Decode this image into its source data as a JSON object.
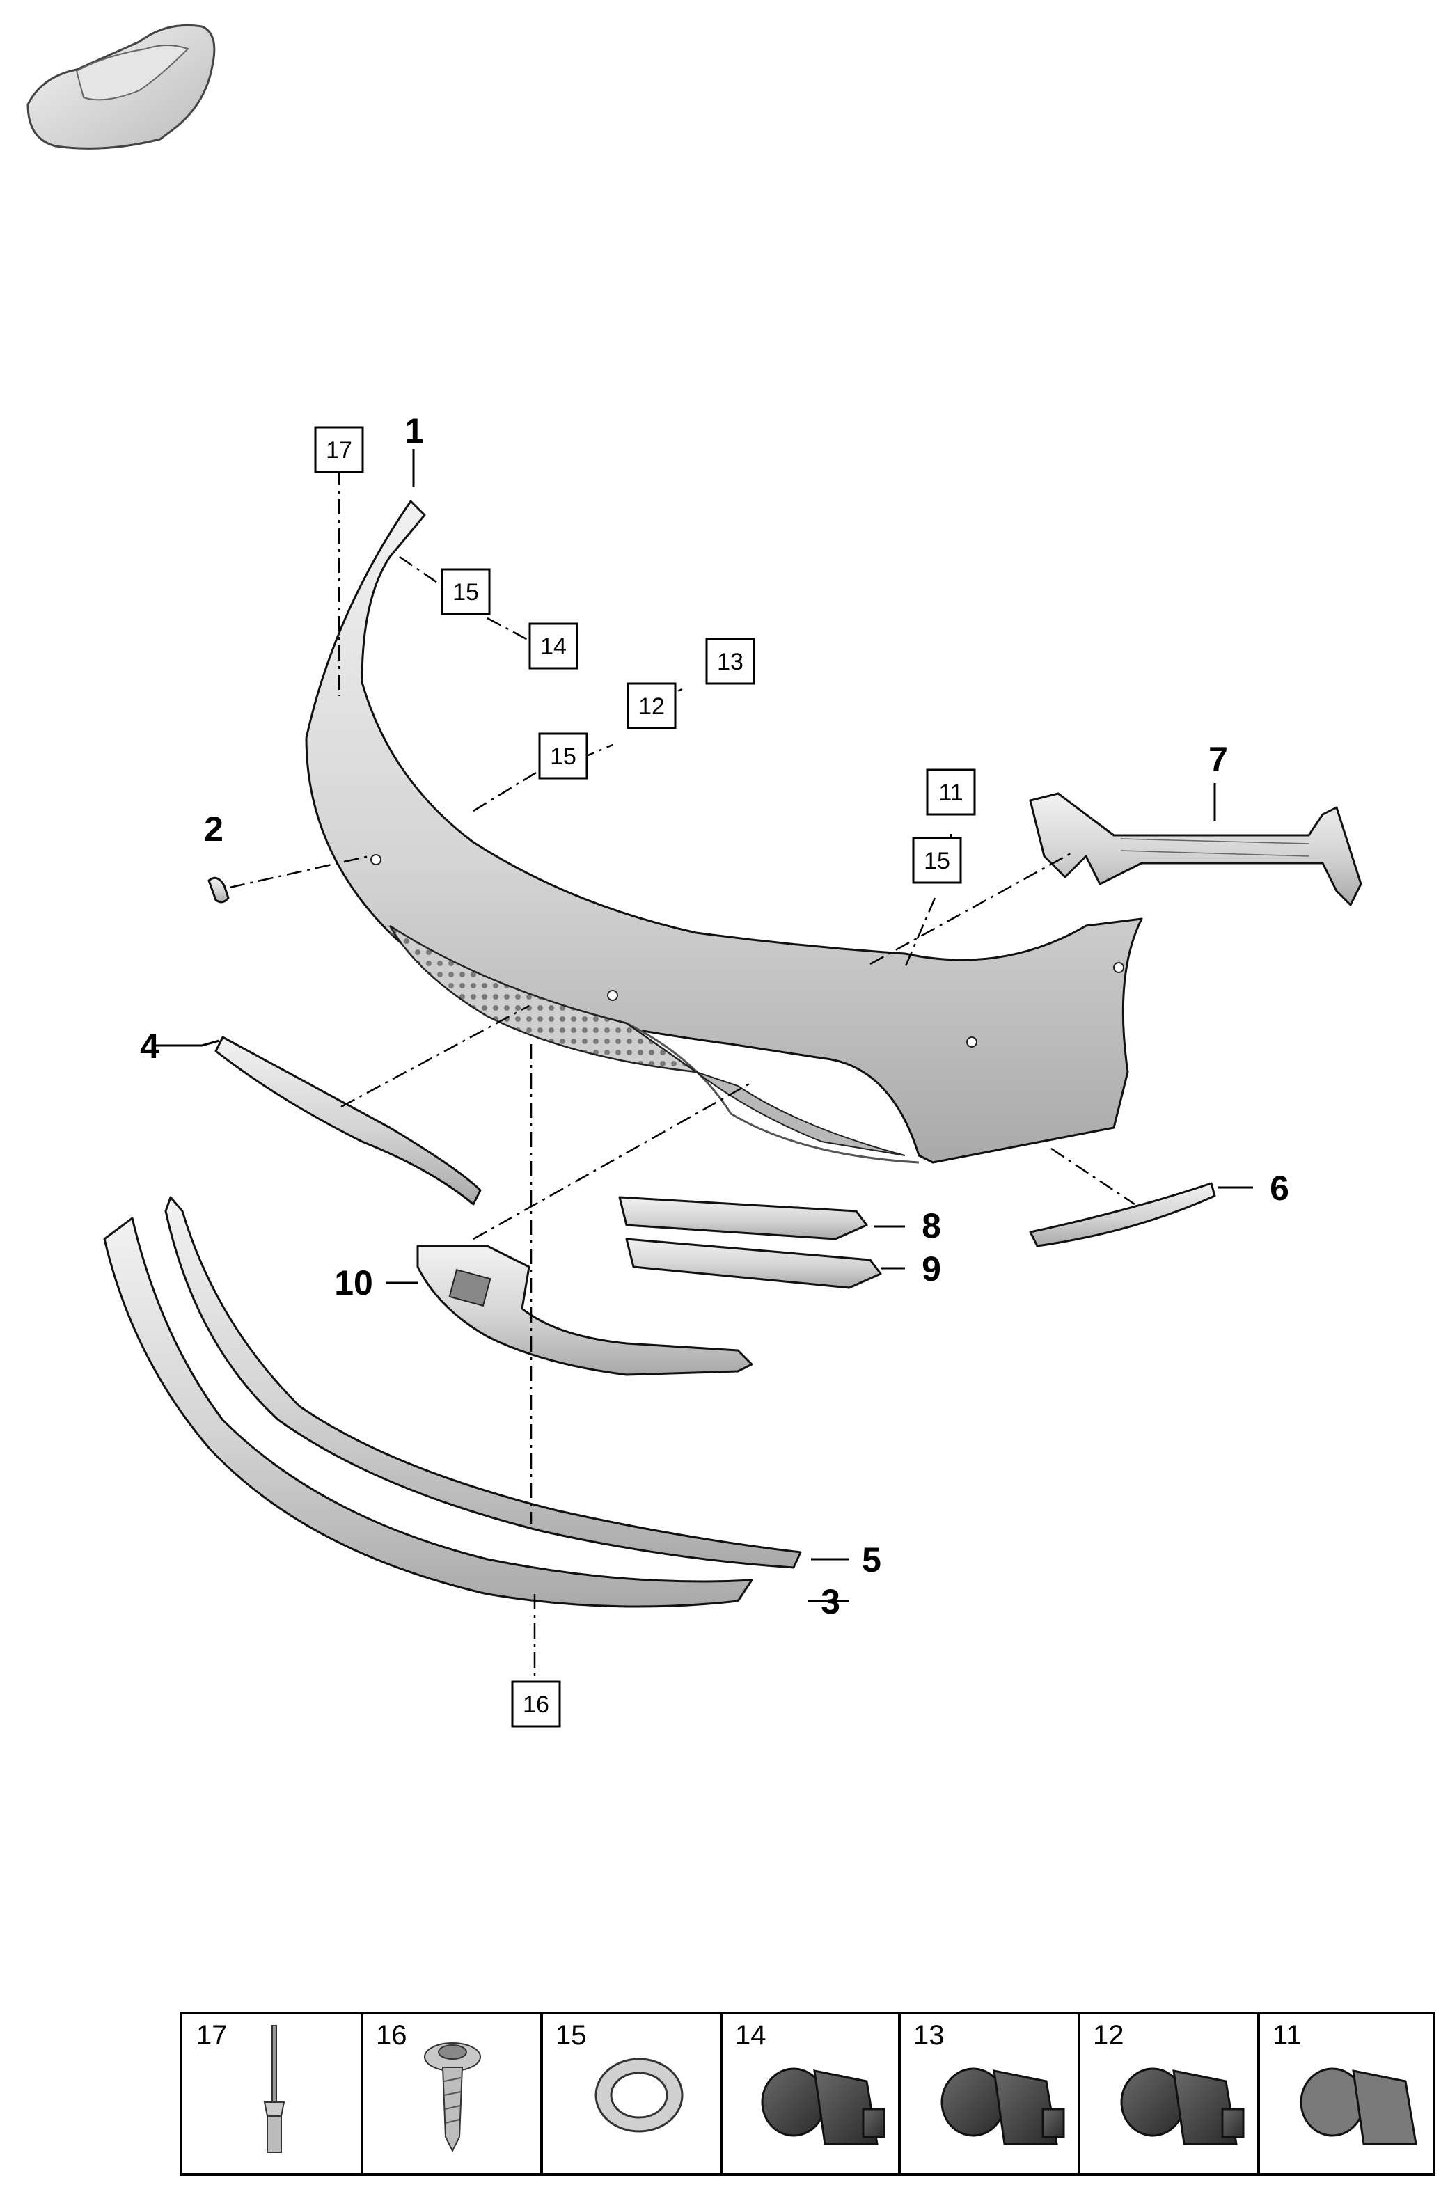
{
  "callouts": [
    {
      "id": "1",
      "label": "1"
    },
    {
      "id": "2",
      "label": "2"
    },
    {
      "id": "3",
      "label": "3"
    },
    {
      "id": "4",
      "label": "4"
    },
    {
      "id": "5",
      "label": "5"
    },
    {
      "id": "6",
      "label": "6"
    },
    {
      "id": "7",
      "label": "7"
    },
    {
      "id": "8",
      "label": "8"
    },
    {
      "id": "9",
      "label": "9"
    },
    {
      "id": "10",
      "label": "10"
    }
  ],
  "ref_boxes": [
    {
      "id": "17",
      "label": "17"
    },
    {
      "id": "15a",
      "label": "15"
    },
    {
      "id": "14",
      "label": "14"
    },
    {
      "id": "13",
      "label": "13"
    },
    {
      "id": "12",
      "label": "12"
    },
    {
      "id": "15b",
      "label": "15"
    },
    {
      "id": "11",
      "label": "11"
    },
    {
      "id": "15c",
      "label": "15"
    },
    {
      "id": "16",
      "label": "16"
    }
  ],
  "legend": [
    {
      "label": "17",
      "icon": "rivet-icon"
    },
    {
      "label": "16",
      "icon": "screw-icon"
    },
    {
      "label": "15",
      "icon": "ring-icon"
    },
    {
      "label": "14",
      "icon": "sensor-icon"
    },
    {
      "label": "13",
      "icon": "sensor-icon"
    },
    {
      "label": "12",
      "icon": "sensor-icon"
    },
    {
      "label": "11",
      "icon": "sensor-icon"
    }
  ],
  "colors": {
    "part_light": "#f0f0f0",
    "part_shadow": "#a8a8a8",
    "sensor_dark": "#3a3a3a",
    "line": "#000000"
  }
}
